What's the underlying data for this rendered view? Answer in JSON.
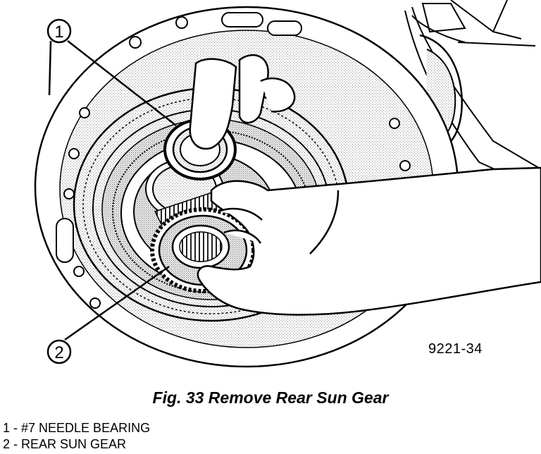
{
  "figure": {
    "drawing_number": "9221-34",
    "caption": "Fig. 33 Remove Rear Sun Gear",
    "colors": {
      "ink": "#000000",
      "paper": "#ffffff",
      "stipple": "#9a9a9a"
    }
  },
  "callouts": [
    {
      "number": "1",
      "label": "1 - #7 NEEDLE BEARING"
    },
    {
      "number": "2",
      "label": "2 - REAR SUN GEAR"
    }
  ]
}
